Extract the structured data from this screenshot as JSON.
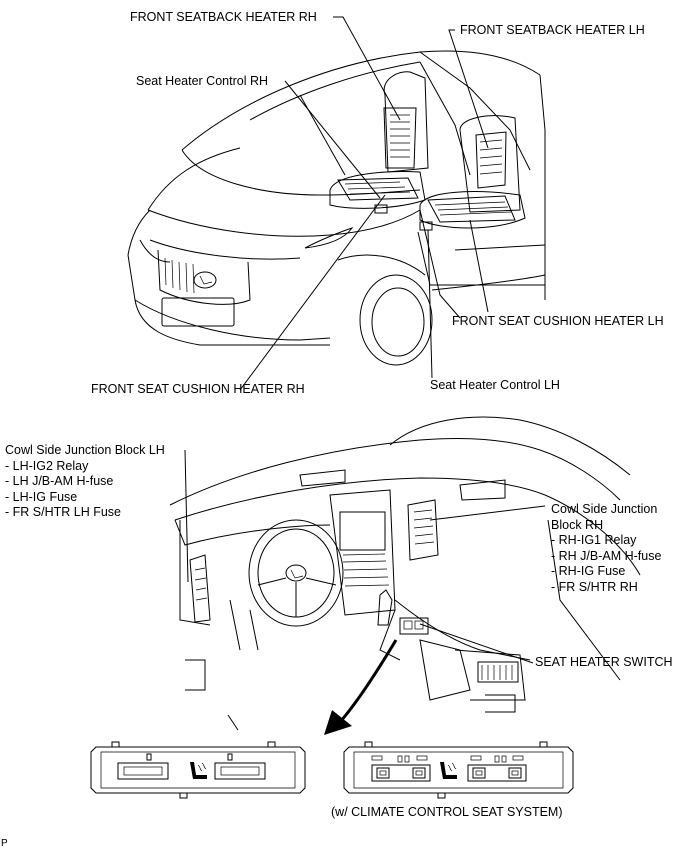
{
  "labels": {
    "front_seatback_heater_rh": "FRONT SEATBACK HEATER RH",
    "front_seatback_heater_lh": "FRONT SEATBACK HEATER LH",
    "seat_heater_control_rh": "Seat Heater Control RH",
    "front_seat_cushion_heater_lh": "FRONT SEAT CUSHION HEATER LH",
    "front_seat_cushion_heater_rh": "FRONT SEAT CUSHION HEATER RH",
    "seat_heater_control_lh": "Seat Heater Control LH",
    "seat_heater_switch": "SEAT HEATER SWITCH",
    "climate_control_note": "(w/ CLIMATE CONTROL SEAT SYSTEM)",
    "corner_mark": "P"
  },
  "cowl_lh": {
    "title": "Cowl Side Junction Block LH",
    "items": [
      "- LH-IG2 Relay",
      "- LH J/B-AM H-fuse",
      "- LH-IG Fuse",
      "- FR S/HTR LH Fuse"
    ]
  },
  "cowl_rh": {
    "title_line1": "Cowl Side Junction",
    "title_line2": "Block RH",
    "items": [
      "- RH-IG1 Relay",
      "- RH J/B-AM H-fuse",
      "- RH-IG Fuse",
      "- FR S/HTR RH"
    ]
  }
}
